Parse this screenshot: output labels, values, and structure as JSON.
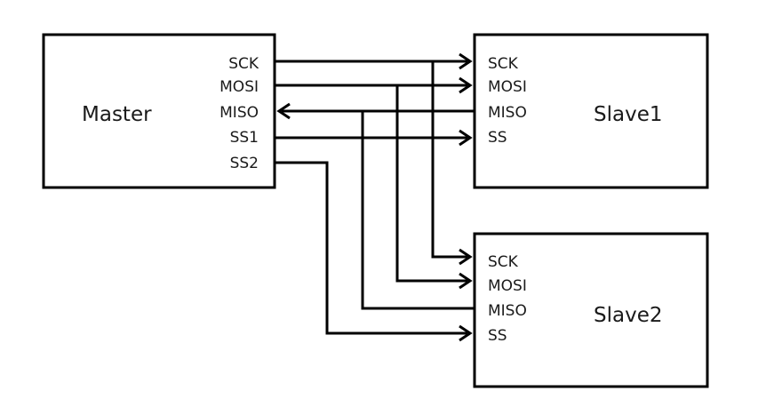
{
  "master": {
    "title": "Master",
    "pins": {
      "sck": "SCK",
      "mosi": "MOSI",
      "miso": "MISO",
      "ss1": "SS1",
      "ss2": "SS2"
    }
  },
  "slave1": {
    "title": "Slave1",
    "pins": {
      "sck": "SCK",
      "mosi": "MOSI",
      "miso": "MISO",
      "ss": "SS"
    }
  },
  "slave2": {
    "title": "Slave2",
    "pins": {
      "sck": "SCK",
      "mosi": "MOSI",
      "miso": "MISO",
      "ss": "SS"
    }
  }
}
